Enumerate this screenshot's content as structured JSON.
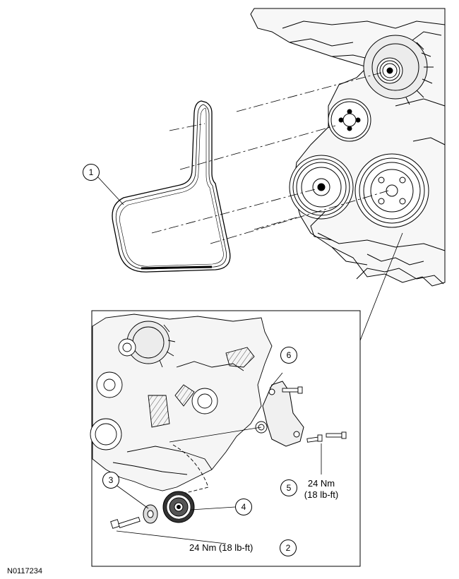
{
  "figure_id": "N0117234",
  "callouts": [
    "1",
    "2",
    "3",
    "4",
    "5",
    "6"
  ],
  "torque_specs": {
    "bolt_2": "24 Nm (18 lb-ft)",
    "bolt_5_line1": "24 Nm",
    "bolt_5_line2": "(18 lb-ft)"
  },
  "colors": {
    "line": "#000000",
    "background": "#ffffff",
    "shade": "#d9d9d9"
  }
}
